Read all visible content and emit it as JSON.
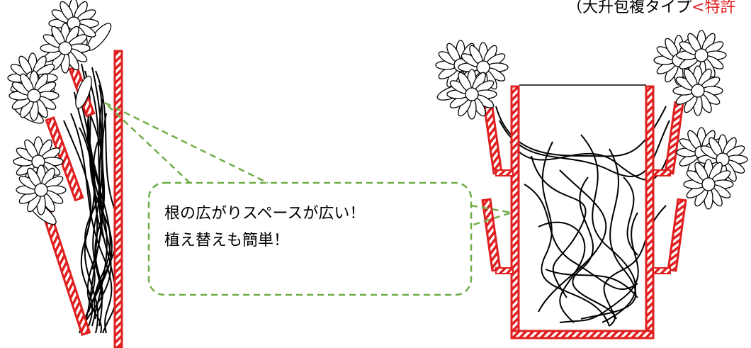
{
  "header": {
    "prefix": "（大升包複タイプ",
    "highlight": "<特許"
  },
  "callout": {
    "line1": "根の広がりスペースが広い！",
    "line2": "植え替えも簡単！"
  },
  "colors": {
    "pot_red": "#e02020",
    "callout_green": "#70ad47",
    "ink": "#000000"
  }
}
